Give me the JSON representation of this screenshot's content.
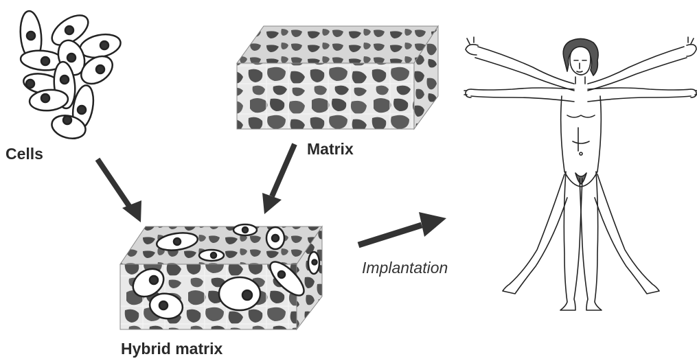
{
  "labels": {
    "cells": "Cells",
    "matrix": "Matrix",
    "hybrid_matrix": "Hybrid matrix",
    "implantation": "Implantation"
  },
  "colors": {
    "ink": "#222222",
    "background": "#ffffff",
    "matrix_pore": "#555555",
    "matrix_fiber": "#e8e8e8",
    "cell_fill": "#ffffff",
    "nucleus": "#333333",
    "arrow": "#333333"
  },
  "icons": {
    "cells": "cell-cluster-icon",
    "matrix": "porous-scaffold-block",
    "hybrid": "seeded-scaffold-block",
    "human": "vitruvian-man-figure"
  }
}
